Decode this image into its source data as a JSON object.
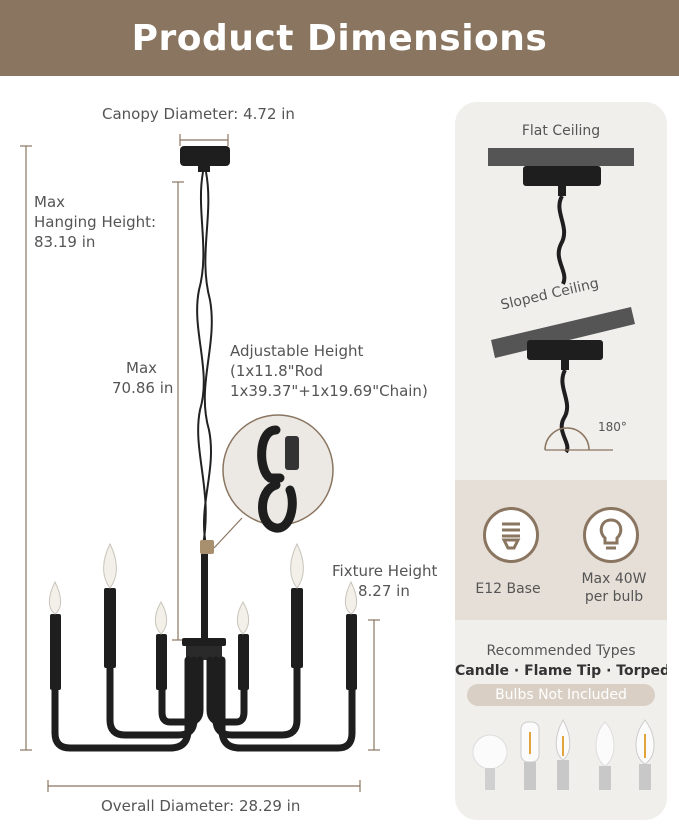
{
  "banner": {
    "title": "Product Dimensions"
  },
  "dimensions": {
    "canopy": "Canopy Diameter: 4.72 in",
    "max_hanging_height": [
      "Max",
      "Hanging Height:",
      "83.19 in"
    ],
    "max_height": [
      "Max",
      "70.86 in"
    ],
    "adjustable_height": [
      "Adjustable Height",
      "(1x11.8\"Rod",
      "1x39.37\"+1x19.69\"Chain)"
    ],
    "fixture_height": [
      "Fixture Height",
      "8.27 in"
    ],
    "overall_diameter": "Overall Diameter: 28.29 in"
  },
  "panel": {
    "flat_ceiling": "Flat Ceiling",
    "sloped_ceiling": "Sloped Ceiling",
    "angle": "180°",
    "e12_base": "E12 Base",
    "max_wattage": [
      "Max 40W",
      "per bulb"
    ],
    "recommended_title": "Recommended Types",
    "recommended_types": "Candle · Flame Tip · Torpedo",
    "bulbs_note": "Bulbs Not Included"
  },
  "colors": {
    "brand": "#8a7560",
    "fixture": "#1e1e1e",
    "dimension_line": "#8a7560",
    "panel_bg": "#f1efec"
  },
  "icons": [
    "base-bulb-icon",
    "lightbulb-icon"
  ]
}
